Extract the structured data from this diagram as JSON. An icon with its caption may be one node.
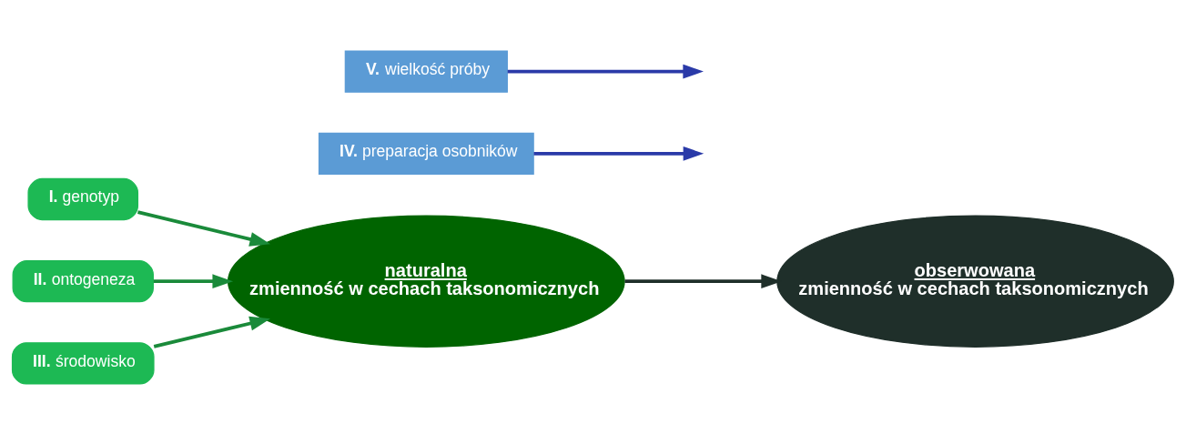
{
  "diagram": {
    "nodes": [
      {
        "text": [
          "**I.** genotyp"
        ]
      },
      {
        "text": [
          "**II.** ontogeneza"
        ]
      },
      {
        "text": [
          "**III.** środowisko"
        ]
      },
      {
        "text": [
          "naturalna",
          "zmienność w cechach taksonomicznych"
        ]
      },
      {
        "text": [
          "**IV.** preparacja osobników"
        ]
      },
      {
        "text": [
          "**V.** wielkość próby"
        ]
      },
      {
        "text": [
          "obserwowana",
          "zmienność w cechach taksonomicznych"
        ]
      }
    ],
    "edges": [
      {
        "from": 0,
        "to": 3,
        "arrow": "to"
      },
      {
        "from": 1,
        "to": 3,
        "arrow": "to"
      },
      {
        "from": 2,
        "to": 3,
        "arrow": "to"
      },
      {
        "from": 3,
        "to": 6,
        "arrow": "to",
        "color": "#1f2f2a"
      },
      {
        "from": 4,
        "to": null,
        "arrow": "to",
        "color": "#2a3aa8"
      },
      {
        "from": 5,
        "to": null,
        "arrow": "to",
        "color": "#2a3aa8"
      }
    ]
  }
}
